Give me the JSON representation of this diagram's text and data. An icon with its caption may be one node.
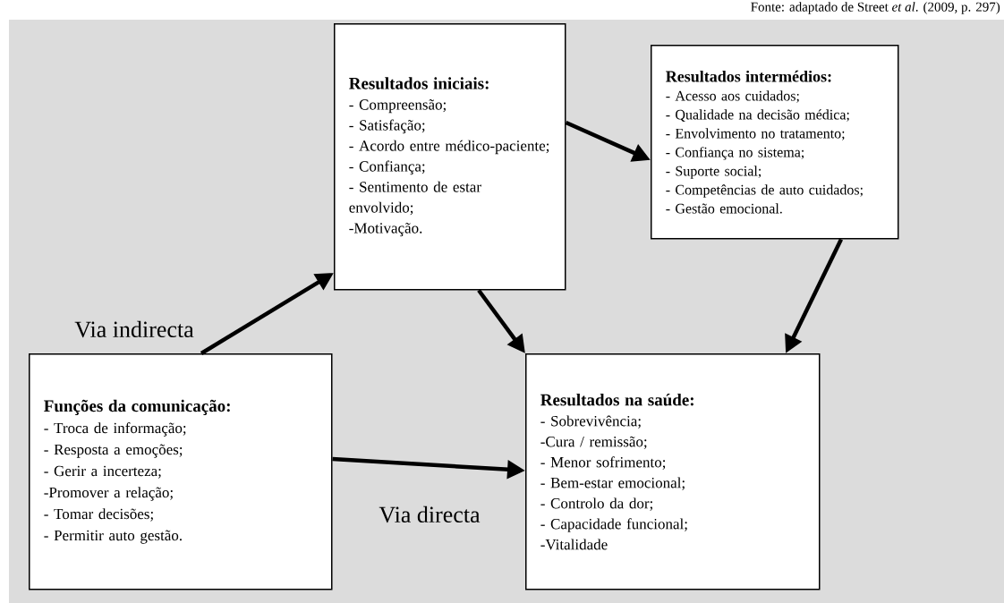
{
  "diagram": {
    "caption": "Fonte: adaptado de Street *et al*. (2009, p. 297)",
    "nodes": [
      {
        "text": [
          "Resultados iniciais:",
          "- Compreensão;",
          "- Satisfação;",
          "- Acordo entre médico-paciente;",
          "- Confiança;",
          "- Sentimento de estar envolvido;",
          "-Motivação."
        ]
      },
      {
        "text": [
          "Resultados intermédios:",
          "- Acesso aos cuidados;",
          "- Qualidade na decisão médica;",
          "- Envolvimento no tratamento;",
          "- Confiança no sistema;",
          "- Suporte social;",
          "- Competências de auto cuidados;",
          "- Gestão emocional."
        ]
      },
      {
        "text": [
          "Funções da comunicação:",
          "- Troca de informação;",
          "- Resposta a emoções;",
          "- Gerir a incerteza;",
          "-Promover a relação;",
          "- Tomar decisões;",
          "- Permitir auto gestão."
        ]
      },
      {
        "text": [
          "Resultados na saúde:",
          "- Sobrevivência;",
          "-Cura / remissão;",
          "- Menor sofrimento;",
          "- Bem-estar emocional;",
          "- Controlo da dor;",
          "- Capacidade funcional;",
          "-Vitalidade"
        ]
      }
    ],
    "edges": [
      {
        "from": 2,
        "to": 0,
        "arrow": "to",
        "label": "Via indirecta"
      },
      {
        "from": 0,
        "to": 1,
        "arrow": "to"
      },
      {
        "from": 0,
        "to": 3,
        "arrow": "to"
      },
      {
        "from": 1,
        "to": 3,
        "arrow": "to"
      },
      {
        "from": 2,
        "to": 3,
        "arrow": "to",
        "label": "Via directa"
      }
    ]
  }
}
